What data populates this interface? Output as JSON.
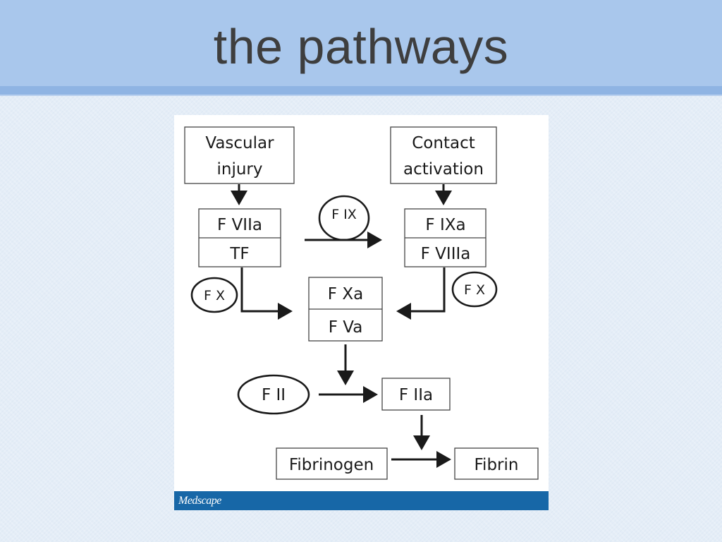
{
  "slide": {
    "title": "the pathways"
  },
  "diagram": {
    "vascular_injury": [
      "Vascular",
      "injury"
    ],
    "contact_activation": [
      "Contact",
      "activation"
    ],
    "fviia": "F VIIa",
    "tf": "TF",
    "fix": "F IX",
    "fixa": "F IXa",
    "fviiia": "F VIIIa",
    "fx_left": "F X",
    "fx_right": "F X",
    "fxa": "F Xa",
    "fva": "F Va",
    "fii": "F II",
    "fiia": "F IIa",
    "fibrinogen": "Fibrinogen",
    "fibrin": "Fibrin"
  },
  "footer": {
    "brand": "Medscape",
    "bar_color": "#1767a7"
  }
}
